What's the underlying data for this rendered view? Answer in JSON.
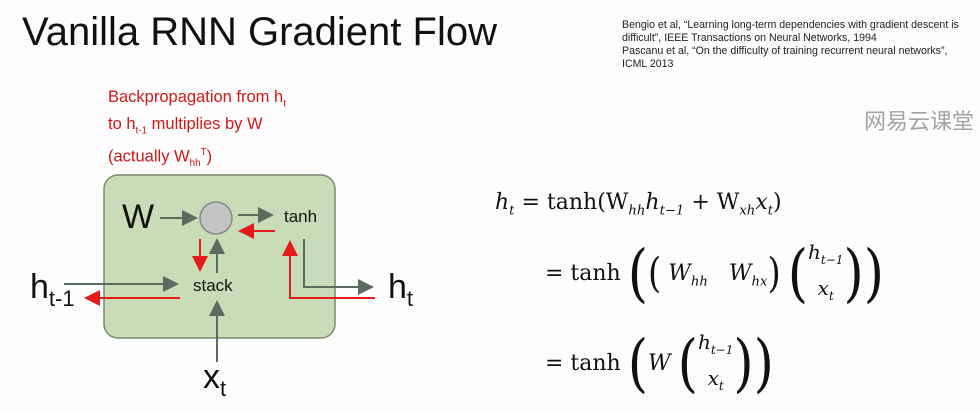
{
  "title": "Vanilla RNN Gradient Flow",
  "references": [
    "Bengio et al, “Learning long-term dependencies with gradient descent is difficult”, IEEE Transactions on Neural Networks, 1994",
    "Pascanu et al, “On the difficulty of training recurrent neural networks”, ICML 2013"
  ],
  "watermark": "网易云课堂",
  "annotation": {
    "line1": "Backpropagation from h",
    "line1_sub": "t",
    "line2_a": "to h",
    "line2_sub": "t-1",
    "line2_b": " multiplies by W",
    "line3_a": "(actually W",
    "line3_sub": "hh",
    "line3_sup": "T",
    "line3_b": ")"
  },
  "diagram": {
    "W": "W",
    "tanh": "tanh",
    "stack": "stack",
    "h_prev": "h",
    "h_prev_sub": "t-1",
    "h_out": "h",
    "h_out_sub": "t",
    "x": "x",
    "x_sub": "t"
  },
  "colors": {
    "box_fill": "#c9dcb8",
    "box_border": "#7a8a70",
    "arrow": "#5b6b60",
    "backprop": "#e31b1b"
  },
  "equations": {
    "lhs": "h",
    "lhs_sub": "t",
    "line1": "= tanh(W",
    "line1_sub1": "hh",
    "line1_mid": "h",
    "line1_sub2": "t−1",
    "line1_plus": " + W",
    "line1_sub3": "xh",
    "line1_x": "x",
    "line1_sub4": "t",
    "line1_end": ")",
    "line2": "= tanh",
    "line3": "= tanh",
    "Whh": "W",
    "Whh_sub": "hh",
    "Whx": "W",
    "Whx_sub": "hx",
    "W": "W",
    "vec_top": "h",
    "vec_top_sub": "t−1",
    "vec_bot": "x",
    "vec_bot_sub": "t"
  }
}
